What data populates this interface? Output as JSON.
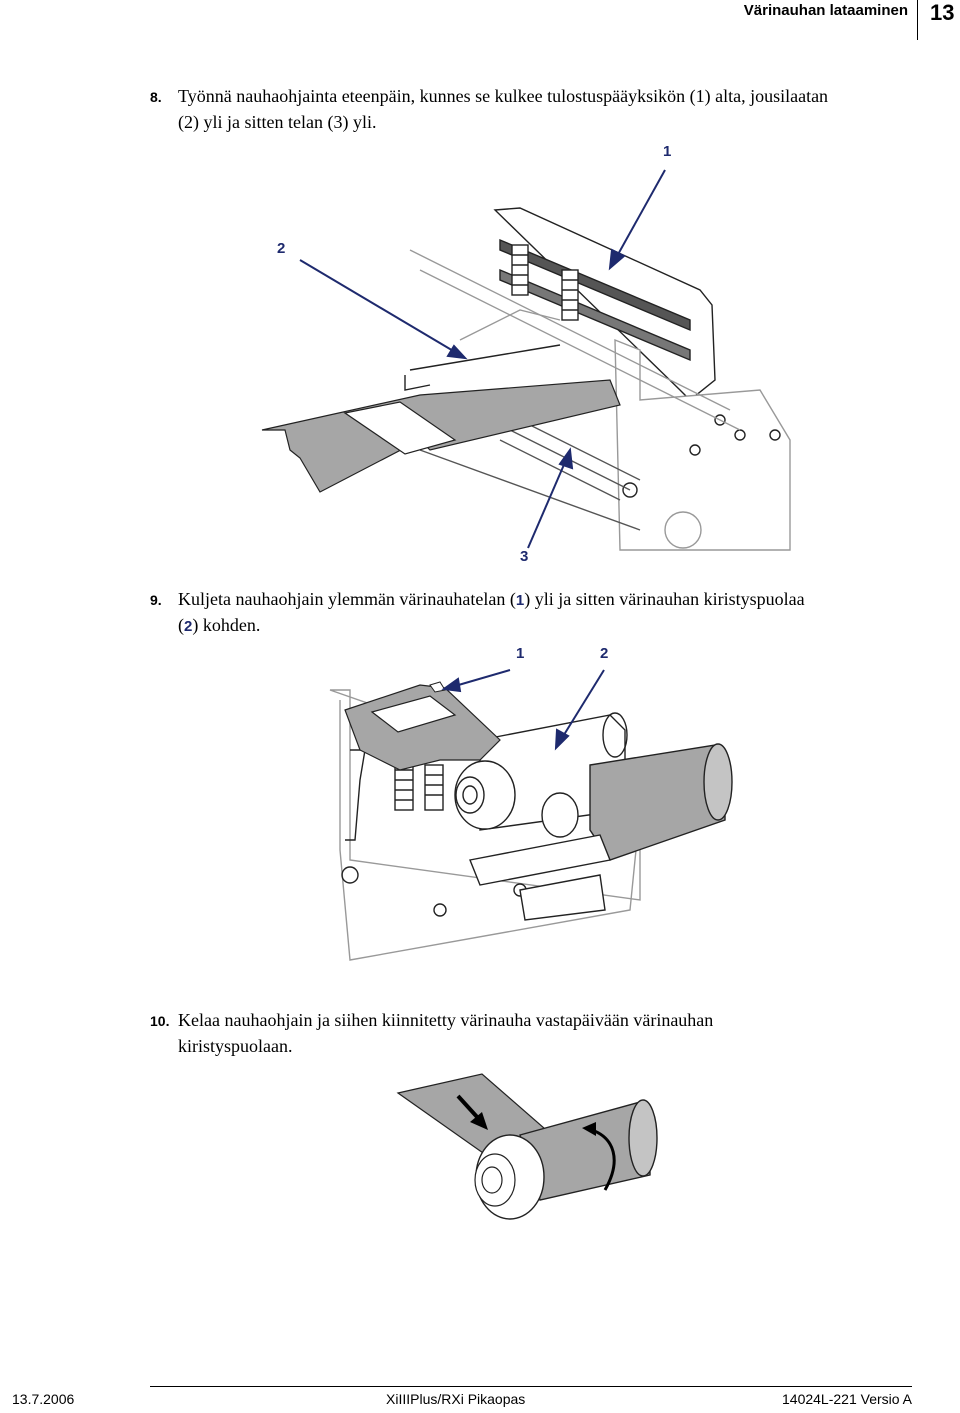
{
  "header": {
    "section_title": "Värinauhan lataaminen",
    "page_number": "13"
  },
  "steps": [
    {
      "number": "8.",
      "line1": "Työnnä nauhaohjainta eteenpäin, kunnes se kulkee tulostuspääyksikön (1) alta, jousilaatan",
      "line2": "(2) yli ja sitten telan (3) yli."
    },
    {
      "number": "9.",
      "line1_a": "Kuljeta nauhaohjain ylemmän värinauhatelan (",
      "ref1": "1",
      "line1_b": ") yli ja sitten värinauhan kiristyspuolaa",
      "line2_a": "(",
      "ref2": "2",
      "line2_b": ") kohden."
    },
    {
      "number": "10.",
      "line1": "Kelaa nauhaohjain ja siihen kiinnitetty värinauha vastapäivään värinauhan",
      "line2": "kiristyspuolaan."
    }
  ],
  "figure1_callouts": {
    "c1": "1",
    "c2": "2",
    "c3": "3"
  },
  "figure2_callouts": {
    "c1": "1",
    "c2": "2"
  },
  "footer": {
    "date": "13.7.2006",
    "product": "XiIIIPlus/RXi Pikaopas",
    "doc_id": "14024L-221 Versio A"
  },
  "colors": {
    "callout": "#1e2a6e",
    "ribbon": "#a6a6a6",
    "line_art": "#222222"
  }
}
